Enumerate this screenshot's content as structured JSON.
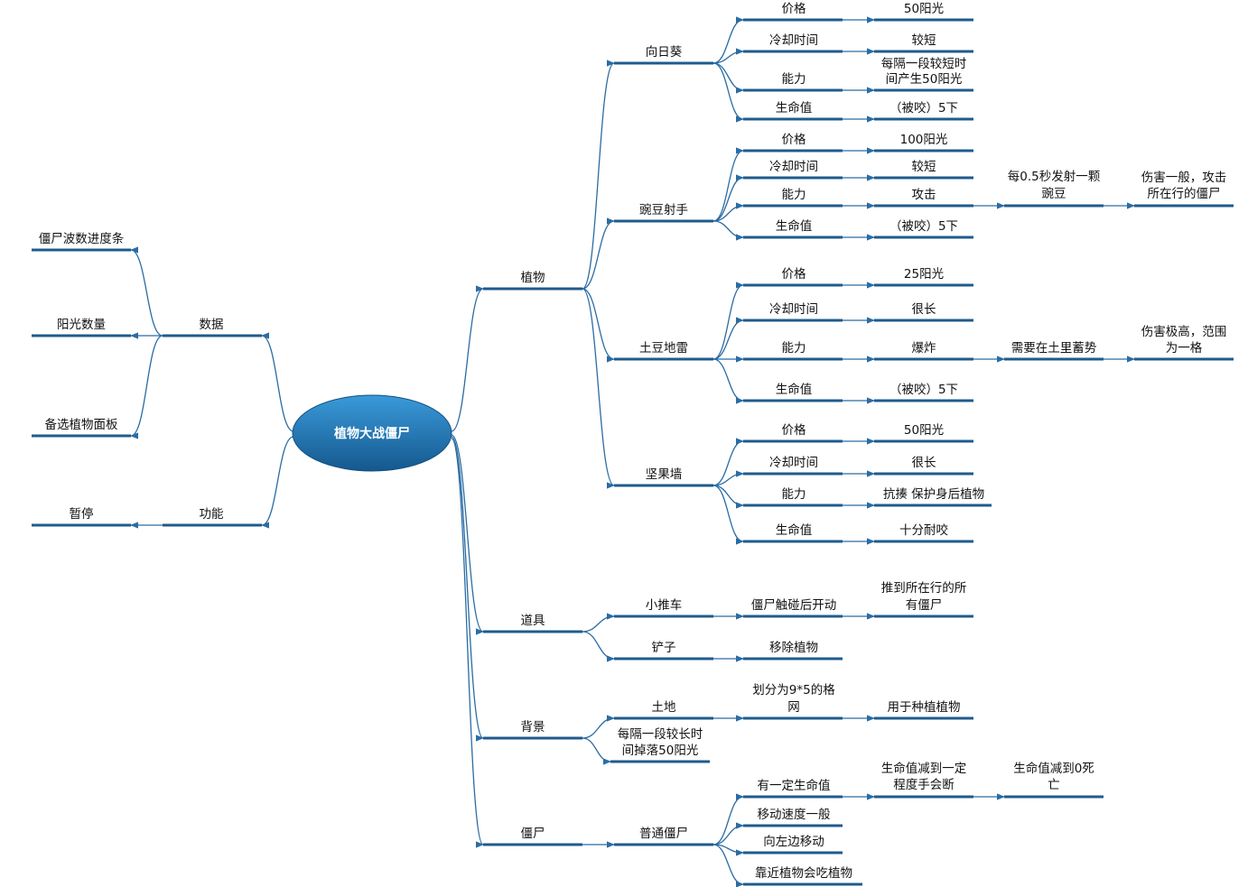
{
  "root": "植物大战僵尸",
  "colors": {
    "line": "#1f5b8c",
    "edge": "#2a6ca3",
    "root_top": "#3a9ad9",
    "root_bottom": "#15588f"
  },
  "nodes": {
    "data": "数据",
    "wave_bar": "僵尸波数进度条",
    "sun_count": "阳光数量",
    "plant_panel": "备选植物面板",
    "func": "功能",
    "pause": "暂停",
    "plants": "植物",
    "sunflower": "向日葵",
    "sf_price": "价格",
    "sf_price_v": "50阳光",
    "sf_cd": "冷却时间",
    "sf_cd_v": "较短",
    "sf_ab": "能力",
    "sf_ab_v1": "每隔一段较短时",
    "sf_ab_v2": "间产生50阳光",
    "sf_hp": "生命值",
    "sf_hp_v": "（被咬）5下",
    "peashooter": "豌豆射手",
    "ps_price": "价格",
    "ps_price_v": "100阳光",
    "ps_cd": "冷却时间",
    "ps_cd_v": "较短",
    "ps_ab": "能力",
    "ps_ab_v": "攻击",
    "ps_ab_d1": "每0.5秒发射一颗",
    "ps_ab_d2": "豌豆",
    "ps_ab_e1": "伤害一般，攻击",
    "ps_ab_e2": "所在行的僵尸",
    "ps_hp": "生命值",
    "ps_hp_v": "（被咬）5下",
    "potato": "土豆地雷",
    "pm_price": "价格",
    "pm_price_v": "25阳光",
    "pm_cd": "冷却时间",
    "pm_cd_v": "很长",
    "pm_ab": "能力",
    "pm_ab_v": "爆炸",
    "pm_ab_d": "需要在土里蓄势",
    "pm_ab_e1": "伤害极高，范围",
    "pm_ab_e2": "为一格",
    "pm_hp": "生命值",
    "pm_hp_v": "（被咬）5下",
    "wallnut": "坚果墙",
    "wn_price": "价格",
    "wn_price_v": "50阳光",
    "wn_cd": "冷却时间",
    "wn_cd_v": "很长",
    "wn_ab": "能力",
    "wn_ab_v": "抗揍 保护身后植物",
    "wn_hp": "生命值",
    "wn_hp_v": "十分耐咬",
    "props": "道具",
    "cart": "小推车",
    "cart_t": "僵尸触碰后开动",
    "cart_r1": "推到所在行的所",
    "cart_r2": "有僵尸",
    "shovel": "铲子",
    "shovel_v": "移除植物",
    "bg": "背景",
    "land": "土地",
    "land_v1": "划分为9*5的格",
    "land_v2": "网",
    "land_use": "用于种植植物",
    "sundrop1": "每隔一段较长时",
    "sundrop2": "间掉落50阳光",
    "zombies": "僵尸",
    "normal_z": "普通僵尸",
    "z_hp": "有一定生命值",
    "z_hp_d1": "生命值减到一定",
    "z_hp_d2": "程度手会断",
    "z_hp_e1": "生命值减到0死",
    "z_hp_e2": "亡",
    "z_speed": "移动速度一般",
    "z_left": "向左边移动",
    "z_eat": "靠近植物会吃植物"
  }
}
